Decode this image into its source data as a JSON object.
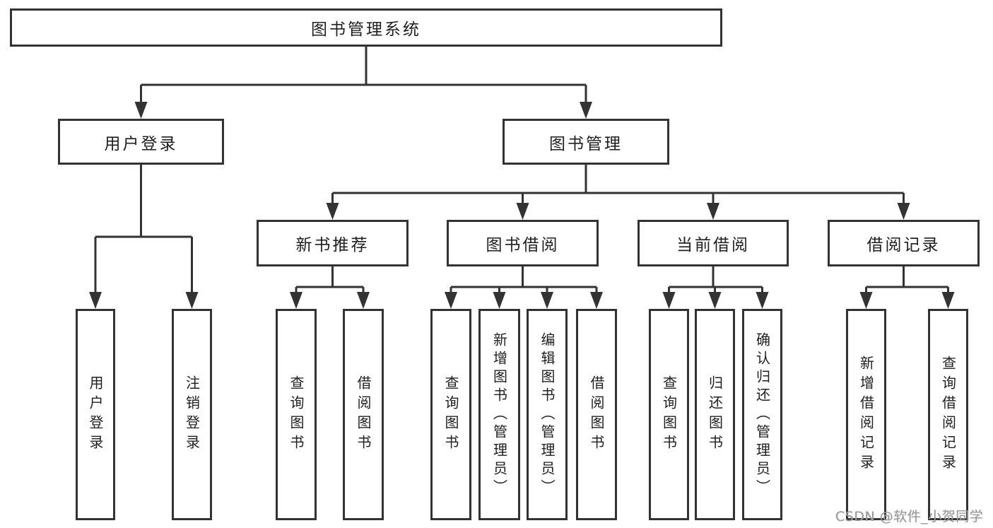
{
  "diagram": {
    "root": {
      "label": "图书管理系统"
    },
    "level1": [
      {
        "label": "用户登录"
      },
      {
        "label": "图书管理"
      }
    ],
    "level2": [
      {
        "label": "新书推荐"
      },
      {
        "label": "图书借阅"
      },
      {
        "label": "当前借阅"
      },
      {
        "label": "借阅记录"
      }
    ],
    "leaves": {
      "user_login": [
        {
          "label": "用户登录"
        },
        {
          "label": "注销登录"
        }
      ],
      "new_book": [
        {
          "label": "查询图书"
        },
        {
          "label": "借阅图书"
        }
      ],
      "book_borrow": [
        {
          "label": "查询图书"
        },
        {
          "label": "新增图书（管理员）"
        },
        {
          "label": "编辑图书（管理员）"
        },
        {
          "label": "借阅图书"
        }
      ],
      "current_borrow": [
        {
          "label": "查询图书"
        },
        {
          "label": "归还图书"
        },
        {
          "label": "确认归还（管理员）"
        }
      ],
      "borrow_record": [
        {
          "label": "新增借阅记录"
        },
        {
          "label": "查询借阅记录"
        }
      ]
    },
    "watermark": "CSDN @软件_小贺同学",
    "colors": {
      "line": "#333333",
      "text": "#1f1f1f",
      "watermark": "#9a9a9a",
      "background": "#ffffff"
    }
  }
}
